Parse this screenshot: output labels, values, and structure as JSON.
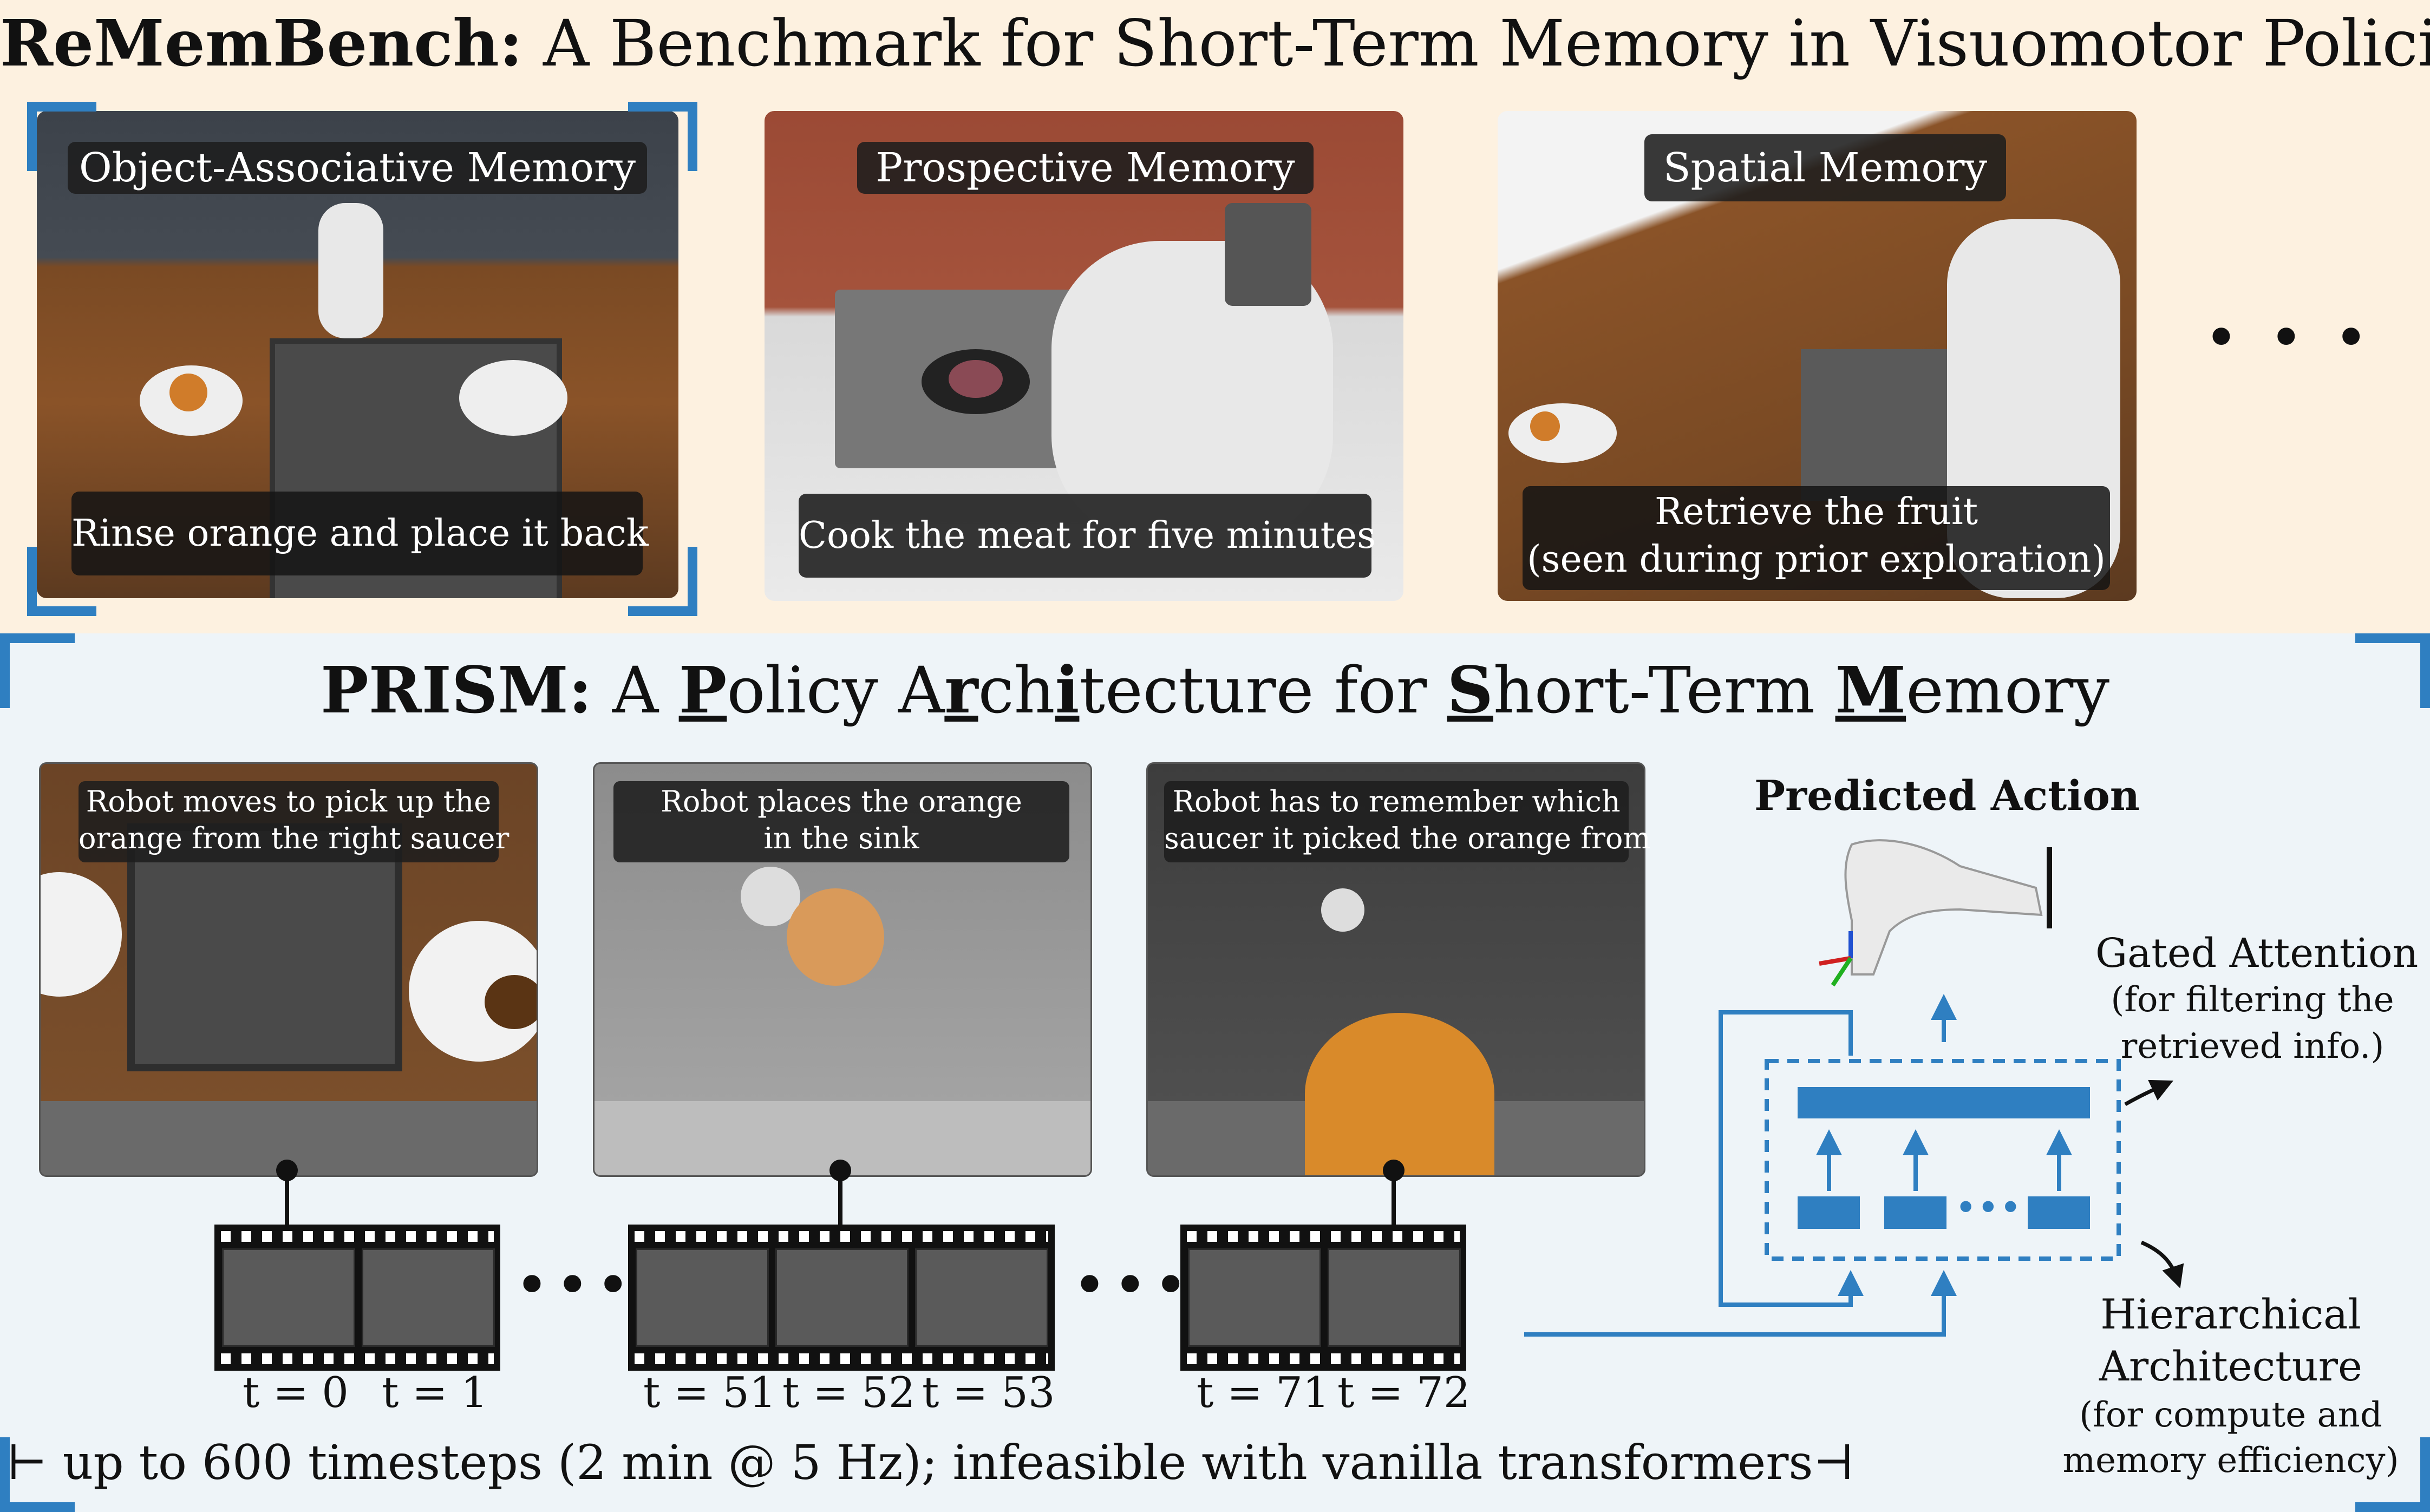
{
  "top": {
    "title_bold": "ReMemBench:",
    "title_rest": " A Benchmark for Short-Term Memory in Visuomotor Policies",
    "cards": [
      {
        "label": "Object-Associative Memory",
        "caption1": "Rinse orange and place it back",
        "caption2": ""
      },
      {
        "label": "Prospective Memory",
        "caption1": "Cook the meat for five minutes",
        "caption2": ""
      },
      {
        "label": "Spatial Memory",
        "caption1": "Retrieve the fruit",
        "caption2": "(seen during prior exploration)"
      }
    ],
    "ellipsis": "• • •"
  },
  "bottom": {
    "title_bold": "PRISM:",
    "title_parts": [
      " A ",
      "P",
      "olicy A",
      "r",
      "ch",
      "i",
      "tecture for ",
      "S",
      "hort-Term ",
      "M",
      "emory"
    ],
    "frames": [
      {
        "caption": "Robot moves to pick up the\norange from the right saucer"
      },
      {
        "caption": "Robot places the orange\nin the sink"
      },
      {
        "caption": "Robot has to remember which\nsaucer it picked the orange from"
      }
    ],
    "timesteps": {
      "group1": [
        "t = 0",
        "t = 1"
      ],
      "group2": [
        "t = 51",
        "t = 52",
        "t = 53"
      ],
      "group3": [
        "t = 71",
        "t = 72"
      ]
    },
    "film_dots": "•••",
    "arch": {
      "predicted_action": "Predicted Action",
      "gated_title": "Gated Attention",
      "gated_sub1": "(for filtering the",
      "gated_sub2": "retrieved info.)",
      "hier_title1": "Hierarchical",
      "hier_title2": "Architecture",
      "hier_sub1": "(for compute and",
      "hier_sub2": "memory efficiency)",
      "inner_dots": "•••"
    },
    "footer": "⊢ up to 600 timesteps (2 min @ 5 Hz); infeasible with vanilla transformers⊣"
  },
  "colors": {
    "accent": "#2f7fc1",
    "top_bg": "#fdf1e0",
    "bottom_bg": "#eef4f8"
  }
}
